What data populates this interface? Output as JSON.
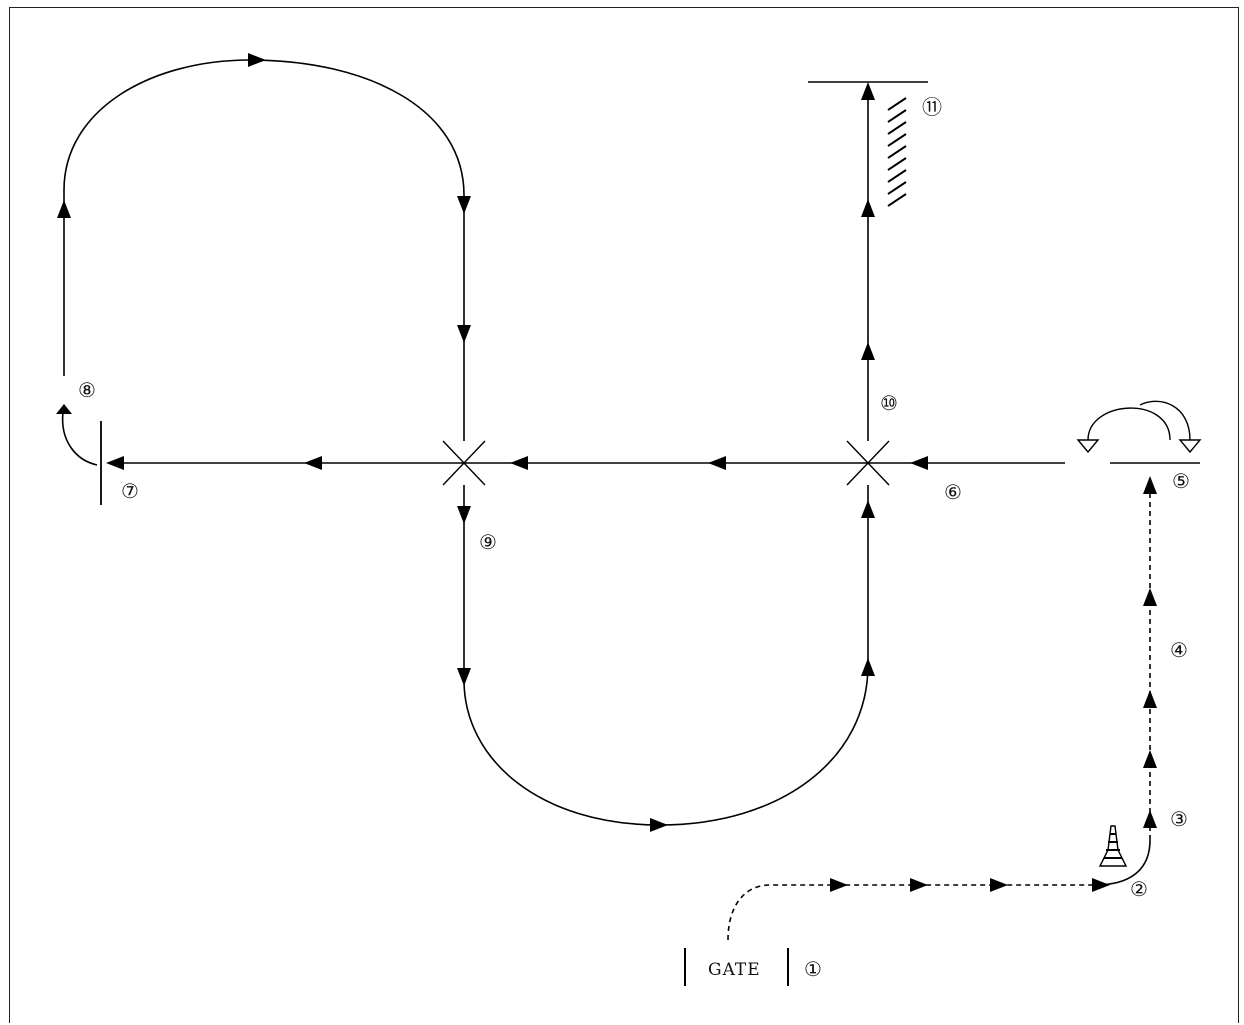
{
  "gate": {
    "label": "GATE"
  },
  "labels": {
    "n1": "①",
    "n2": "②",
    "n3": "③",
    "n4": "④",
    "n5": "⑤",
    "n6": "⑥",
    "n7": "⑦",
    "n8": "⑧",
    "n9": "⑨",
    "n10": "⑩",
    "n11": "⑪"
  }
}
